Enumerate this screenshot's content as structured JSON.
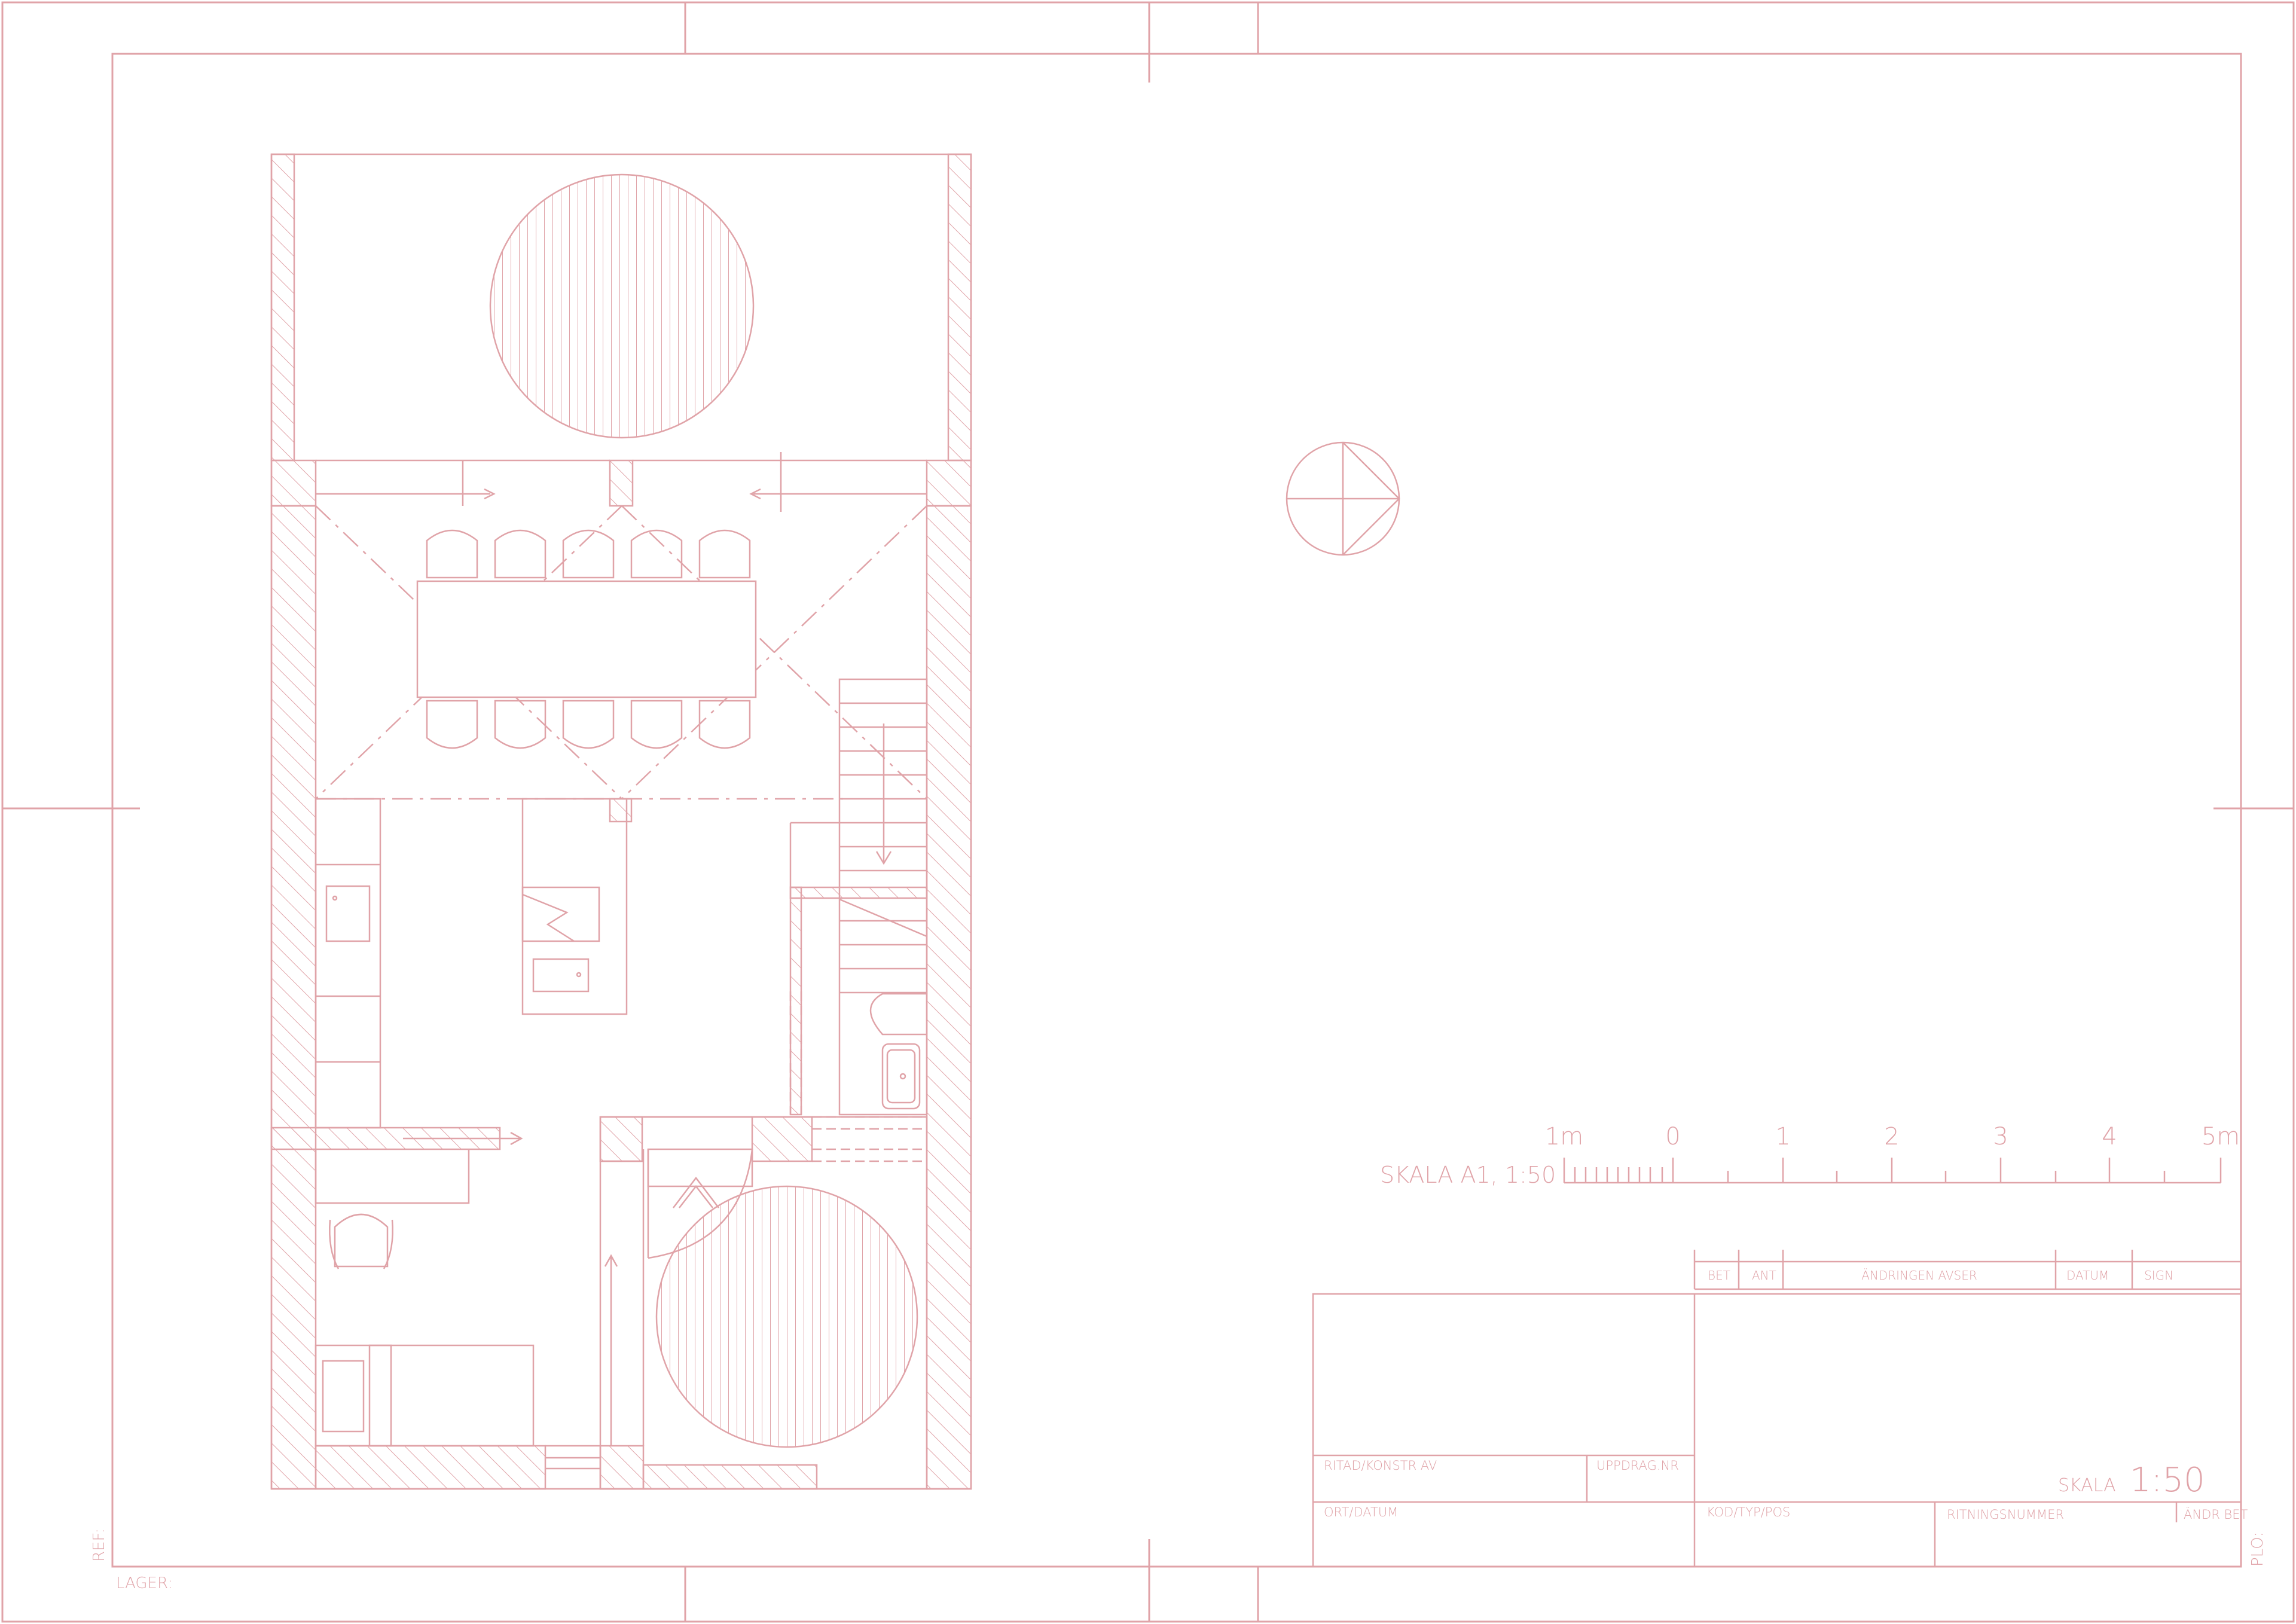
{
  "sheet": {
    "line_color": "#e0a3a8",
    "fill_color": "#ffffff",
    "margin_labels": {
      "ref": "REF:",
      "lager": "LAGER:",
      "plo": "PLO:"
    }
  },
  "scale_bar": {
    "label": "SKALA A1, 1:50",
    "tick_labels": [
      "1m",
      "0",
      "1",
      "2",
      "3",
      "4",
      "5m"
    ]
  },
  "revision_table": {
    "headers": [
      "BET",
      "ANT",
      "ÄNDRINGEN AVSER",
      "DATUM",
      "SIGN"
    ]
  },
  "title_block": {
    "ritad_label": "RITAD/KONSTR AV",
    "uppdrag_label": "UPPDRAG.NR",
    "ort_label": "ORT/DATUM",
    "kod_label": "KOD/TYP/POS",
    "ritningsnummer_label": "RITNINGSNUMMER",
    "andr_label": "ÄNDR BET",
    "skala_label": "SKALA",
    "skala_value": "1:50"
  },
  "north_arrow": {
    "icon": "north-arrow-icon"
  }
}
